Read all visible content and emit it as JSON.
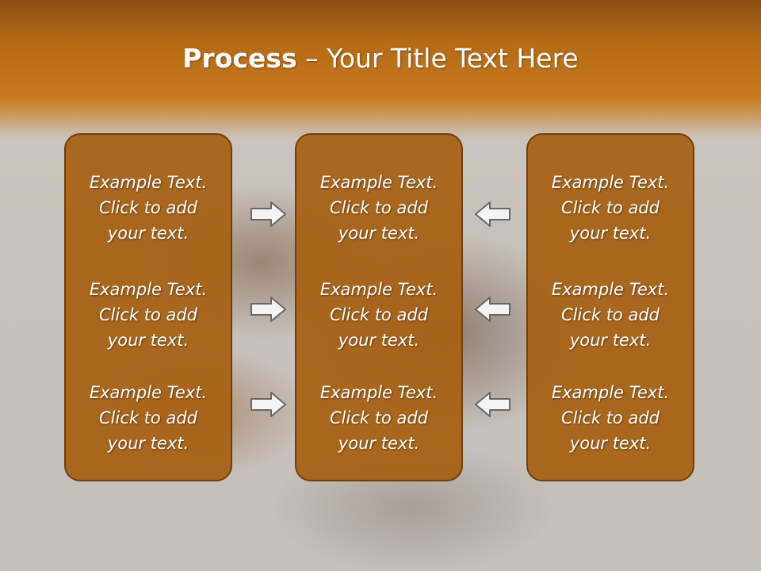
{
  "slide": {
    "title_bold": "Process",
    "title_rest": " – Your Title Text Here",
    "colors": {
      "header": "#c7791c",
      "panel": "#a76012",
      "panel_border": "#6e3f0d",
      "arrow_fill": "#f4f4f4",
      "arrow_stroke": "#666666"
    },
    "columns": [
      {
        "blocks": [
          {
            "l1": "Example Text.",
            "l2": "Click  to add",
            "l3": "your text."
          },
          {
            "l1": "Example Text.",
            "l2": "Click  to add",
            "l3": "your text."
          },
          {
            "l1": "Example Text.",
            "l2": "Click  to add",
            "l3": "your text."
          }
        ]
      },
      {
        "blocks": [
          {
            "l1": "Example Text.",
            "l2": "Click  to add",
            "l3": "your text."
          },
          {
            "l1": "Example Text.",
            "l2": "Click  to add",
            "l3": "your text."
          },
          {
            "l1": "Example Text.",
            "l2": "Click  to add",
            "l3": "your text."
          }
        ]
      },
      {
        "blocks": [
          {
            "l1": "Example Text.",
            "l2": "Click  to add",
            "l3": "your text."
          },
          {
            "l1": "Example Text.",
            "l2": "Click  to add",
            "l3": "your text."
          },
          {
            "l1": "Example Text.",
            "l2": "Click  to add",
            "l3": "your text."
          }
        ]
      }
    ],
    "arrows": {
      "left_group": [
        "arrow-right-icon",
        "arrow-right-icon",
        "arrow-right-icon"
      ],
      "right_group": [
        "arrow-left-icon",
        "arrow-left-icon",
        "arrow-left-icon"
      ]
    }
  }
}
